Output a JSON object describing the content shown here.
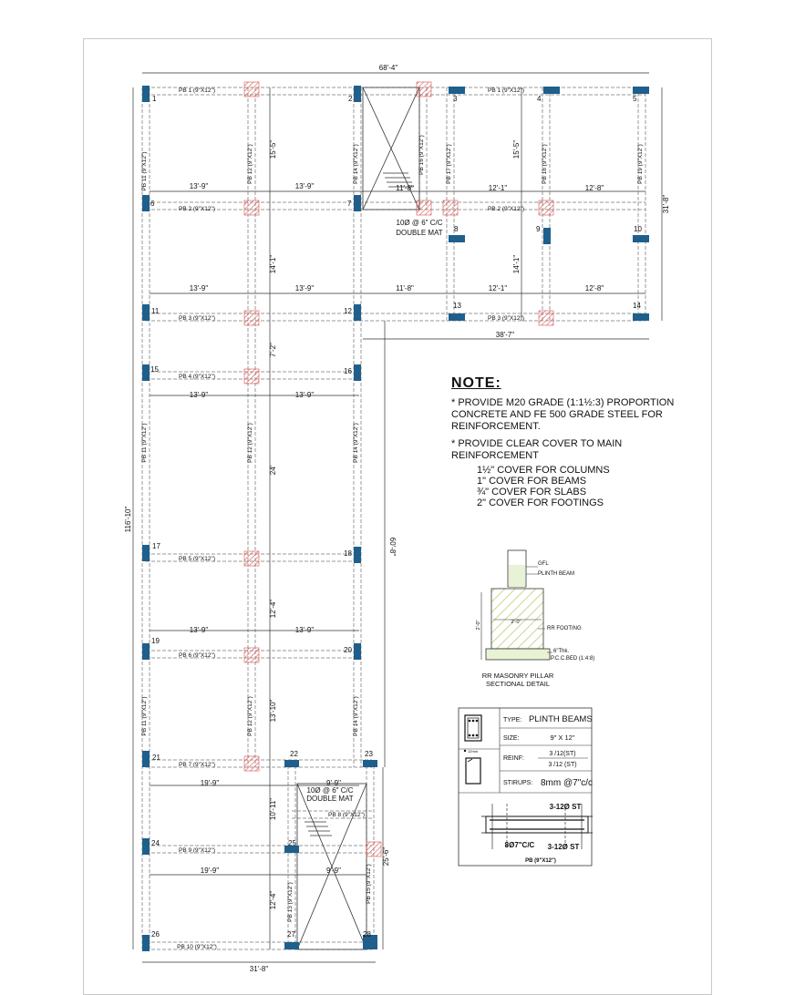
{
  "overall": {
    "width": "68'-4\"",
    "height": "116'-10\"",
    "right_height": "31'-8\"",
    "bottom_width": "31'-8\"",
    "wing_width": "38'-7\"",
    "right_lower": "25'-6\"",
    "mid_right": "60'-8\""
  },
  "columns": [
    "1",
    "2",
    "3",
    "4",
    "5",
    "6",
    "7",
    "8",
    "9",
    "10",
    "11",
    "12",
    "13",
    "14",
    "15",
    "16",
    "17",
    "18",
    "19",
    "20",
    "21",
    "22",
    "23",
    "24",
    "25",
    "26",
    "27",
    "28"
  ],
  "beams": {
    "pb1a": "PB 1 (9\"X12\")",
    "pb1b": "PB 1 (9\"X12\")",
    "pb2a": "PB 2 (9\"X12\")",
    "pb2b": "PB 2 (9\"X12\")",
    "pb3a": "PB 3 (9\"X12\")",
    "pb3b": "PB 3 (9\"X12\")",
    "pb4": "PB 4 (9\"X12\")",
    "pb5": "PB 5 (9\"X12\")",
    "pb6": "PB 6 (9\"X12\")",
    "pb7": "PB 7 (9\"X12\")",
    "pb8": "PB 8 (9\"X12\")",
    "pb9": "PB 9 (9\"X12\")",
    "pb10": "PB 10 (9\"X12\")",
    "pb11a": "PB 11 (9\"X12\")",
    "pb11b": "PB 11 (9\"X12\")",
    "pb11c": "PB 11 (9\"X12\")",
    "pb12a": "PB 12 (9\"X12\")",
    "pb12b": "PB 12 (9\"X12\")",
    "pb12c": "PB 12 (9\"X12\")",
    "pb13": "PB 13 (9\"X12\")",
    "pb14a": "PB 14 (9\"X12\")",
    "pb14b": "PB 14 (9\"X12\")",
    "pb14c": "PB 14 (9\"X12\")",
    "pb15": "PB 15 (9\"X12\")",
    "pb16": "PB 16 (9\"X12\")",
    "pb17": "PB 17 (9\"X12\")",
    "pb18": "PB 18 (9\"X12\")",
    "pb19": "PB 19 (9\"X12\")"
  },
  "dims": {
    "d1359": "13'-9\"",
    "d1155": "15'-5\"",
    "d1168": "11'-8\"",
    "d1211": "12'-1\"",
    "d1228": "12'-8\"",
    "d1441": "14'-1\"",
    "d72": "7'-2\"",
    "d24": "24'",
    "d1224": "12'-4\"",
    "d1310": "13'-10\"",
    "d1999": "19'-9\"",
    "d99": "9'-9\"",
    "d1011": "10'-11\""
  },
  "mat_note": {
    "line1": "10Ø @ 6\" C/C",
    "line2": "DOUBLE MAT"
  },
  "notes": {
    "heading": "NOTE:",
    "n1": "* PROVIDE M20 GRADE  (1:1½:3) PROPORTION CONCRETE AND FE 500 GRADE STEEL FOR REINFORCEMENT.",
    "n2": "* PROVIDE CLEAR COVER TO MAIN REINFORCEMENT",
    "c1": "1½\"  COVER FOR COLUMNS",
    "c2": "1\"    COVER FOR BEAMS",
    "c3": "¾\"    COVER FOR SLABS",
    "c4": "2\"    COVER FOR FOOTINGS"
  },
  "section": {
    "gfl": "GFL",
    "plinth_beam": "PLINTH BEAM",
    "rr_footing": "RR FOOTING",
    "depth": "2'-0\"",
    "width": "2'-0\"",
    "pcc1": "6\"Thk.",
    "pcc2": "P.C.C.BED (1:4:8)",
    "title1": "RR MASONRY PILLAR",
    "title2": "SECTIONAL DETAIL"
  },
  "schedule": {
    "type_label": "TYPE:",
    "type_value": "PLINTH BEAMS",
    "size_label": "SIZE:",
    "size_value": "9\" X 12\"",
    "reinf_label": "REINF:",
    "reinf_top": "3 /12(ST)",
    "reinf_bot": "3 /12 (ST)",
    "stirrups_label": "STIRUPS:",
    "stirrups_value": "8mm @7\"c/c",
    "bar_dia": "12mm",
    "top_bars": "3-12Ø ST",
    "bot_bars": "3-12Ø ST",
    "stirrup_note": "8Ø7\"C/C",
    "caption": "PB (9\"X12\")"
  },
  "colors": {
    "column": "#1e5f8c",
    "hatch": "#d9534f",
    "beam": "#9a9a9a",
    "line": "#222222"
  }
}
